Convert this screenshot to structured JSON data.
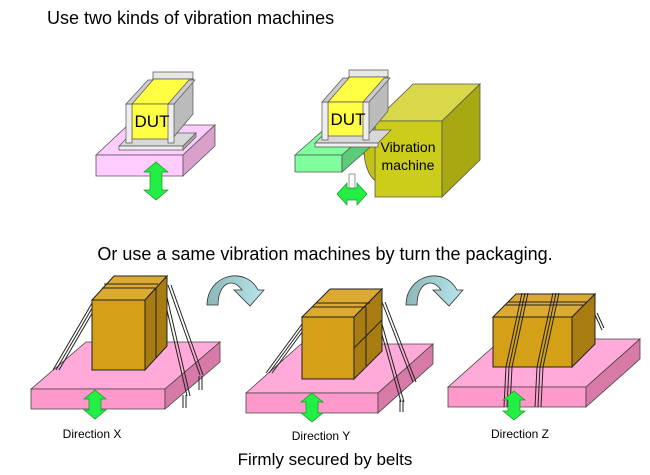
{
  "top_section": {
    "title": "Use two kinds of vibration machines",
    "vertical_setup": {
      "dut_label": "DUT",
      "table_color": "#ffccff",
      "direction": "vertical"
    },
    "horizontal_setup": {
      "dut_label": "DUT",
      "table_color": "#80ff9e",
      "direction": "horizontal",
      "machine_label_line1": "Vibration",
      "machine_label_line2": "machine",
      "machine_color": "#cccc1a"
    }
  },
  "bottom_section": {
    "title": "Or use a same vibration machines by turn the packaging.",
    "packages": [
      {
        "direction_label": "Direction X"
      },
      {
        "direction_label": "Direction Y"
      },
      {
        "direction_label": "Direction Z"
      }
    ],
    "caption": "Firmly secured by belts",
    "table_color": "#ff99cc",
    "box_color": "#d4a017"
  },
  "colors": {
    "arrow_green": "#22ee44",
    "dut_yellow": "#ffff44",
    "rotate_arrow": "#a8dde0"
  }
}
